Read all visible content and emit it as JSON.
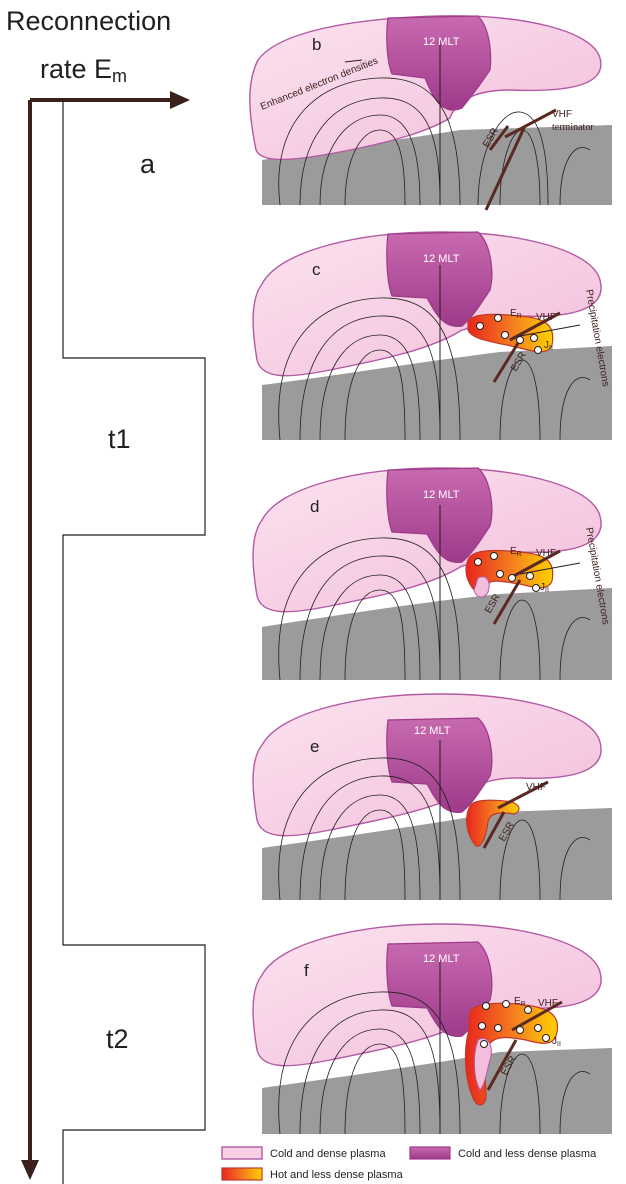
{
  "header": {
    "title_line1": "Reconnection",
    "title_line2": "rate E",
    "title_sub": "m"
  },
  "timeline": {
    "labels": [
      "a",
      "t1",
      "t2"
    ]
  },
  "panels": [
    {
      "label": "b",
      "mlt": "12 MLT",
      "annotations": [
        "Enhanced electron densities",
        "VHF",
        "ESR",
        "terminator"
      ]
    },
    {
      "label": "c",
      "mlt": "12 MLT",
      "annotations": [
        "E",
        "R",
        "VHF",
        "ESR",
        "J",
        "II",
        "Precipitation electrons"
      ]
    },
    {
      "label": "d",
      "mlt": "12 MLT",
      "annotations": [
        "E",
        "R",
        "VHF",
        "ESR",
        "J",
        "II",
        "Precipitation electrons"
      ]
    },
    {
      "label": "e",
      "mlt": "12 MLT",
      "annotations": [
        "VHF",
        "ESR"
      ]
    },
    {
      "label": "f",
      "mlt": "12 MLT",
      "annotations": [
        "E",
        "R",
        "VHF",
        "ESR",
        "J",
        "II"
      ]
    }
  ],
  "legend": {
    "cold_dense": "Cold and dense plasma",
    "cold_less_dense": "Cold and less dense plasma",
    "hot_less_dense": "Hot and less dense plasma"
  },
  "colors": {
    "arrow": "#3b1f1a",
    "ground": "#9b9b9b",
    "cold_dense_fill": "#f7d0e6",
    "cold_dense_edge": "#b25aa3",
    "cold_less_dense_fill": "#b94a9e",
    "hot_start": "#e8251e",
    "hot_end": "#ffd200"
  }
}
